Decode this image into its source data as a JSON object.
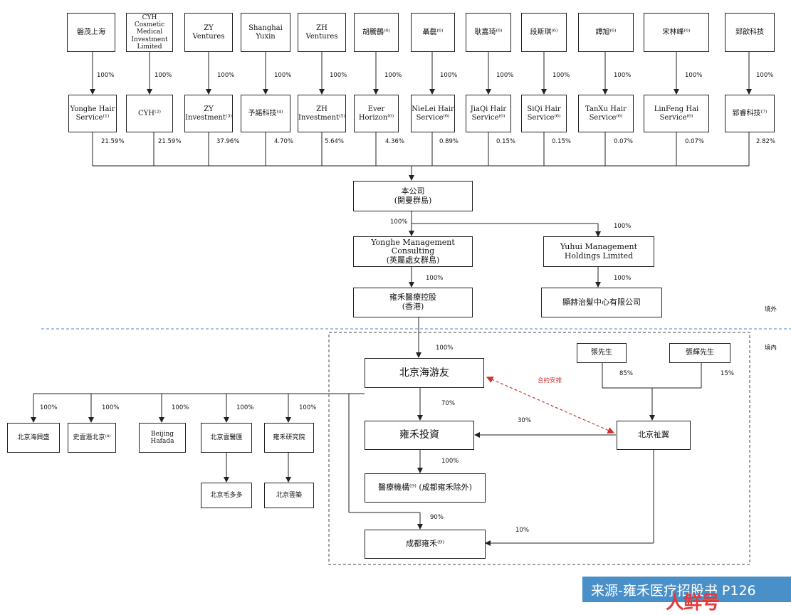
{
  "top_owners": [
    "磐茂上海",
    "CYH\nCosmetic\nMedical\nInvestment\nLimited",
    "ZY\nVentures",
    "Shanghai\nYuxin",
    "ZH\nVentures",
    "胡騰鶴⁽⁶⁾",
    "聶磊⁽⁶⁾",
    "耿嘉琦⁽⁶⁾",
    "段斯琪⁽⁶⁾",
    "譚旭⁽⁶⁾",
    "宋林峰⁽⁶⁾",
    "郅歆科技"
  ],
  "owner_pct": [
    "100%",
    "100%",
    "100%",
    "100%",
    "100%",
    "100%",
    "100%",
    "100%",
    "100%",
    "100%",
    "100%",
    "100%"
  ],
  "holding_entities": [
    "Yonghe Hair\nService⁽¹⁾",
    "CYH⁽²⁾",
    "ZY\nInvestment⁽³⁾",
    "予諾科技⁽⁴⁾",
    "ZH\nInvestment⁽⁵⁾",
    "Ever\nHorizon⁽⁶⁾",
    "NieLei Hair\nService⁽⁶⁾",
    "JiaQi Hair\nService⁽⁶⁾",
    "SiQi Hair\nService⁽⁶⁾",
    "TanXu Hair\nService⁽⁶⁾",
    "LinFeng Hai\nService⁽⁶⁾",
    "郅睿科技⁽⁷⁾"
  ],
  "holding_pct": [
    "21.59%",
    "21.59%",
    "37.96%",
    "4.70%",
    "5.64%",
    "4.36%",
    "0.89%",
    "0.15%",
    "0.15%",
    "0.07%",
    "0.07%",
    "2.82%"
  ],
  "company": "本公司\n(開曼群島)",
  "yonghe_mgmt": "Yonghe Management Consulting\n(英屬處女群島)",
  "yuhui_mgmt": "Yuhui Management\nHoldings Limited",
  "hk_holding": "雍禾醫療控股\n(香港)",
  "xianhe": "顯赫治髮中心有限公司",
  "pct_company_yonghe": "100%",
  "pct_company_yuhui": "100%",
  "pct_yonghe_hk": "100%",
  "pct_yuhui_xianhe": "100%",
  "offshore": "境外",
  "onshore": "境內",
  "pct_hk_haiyou": "100%",
  "haiyou": "北京海游友",
  "contract": "合約安排",
  "mr_zhang": "張先生",
  "mr_zhang_hui": "張輝先生",
  "pct_zhang": "85%",
  "pct_zhang_hui": "15%",
  "zhiyi": "北京祉翼",
  "yonghe_invest": "雍禾投資",
  "pct_haiyou_invest": "70%",
  "pct_zhiyi_invest": "30%",
  "med_inst": "醫療機構⁽⁹⁾ (成都雍禾除外)",
  "pct_invest_med": "100%",
  "chengdu": "成都雍禾⁽⁹⁾",
  "pct_haiyou_chengdu": "90%",
  "pct_zhiyi_chengdu": "10%",
  "subsidiaries": [
    "北京海興盛",
    "史雲遜北京⁽⁸⁾",
    "Beijing\nHafada",
    "北京雲醫匯",
    "雍禾研究院"
  ],
  "sub_pct": [
    "100%",
    "100%",
    "100%",
    "100%",
    "100%"
  ],
  "mao_duoduo": "北京毛多多",
  "yun_zhu": "北京雲築",
  "source": "来源-雍禾医疗招股书 P126",
  "logo_text": "人鲜号",
  "colors": {
    "dash_line": "#6a9ed8",
    "contract_arrow": "#d03030",
    "credit_bg": "#4a90c8"
  }
}
